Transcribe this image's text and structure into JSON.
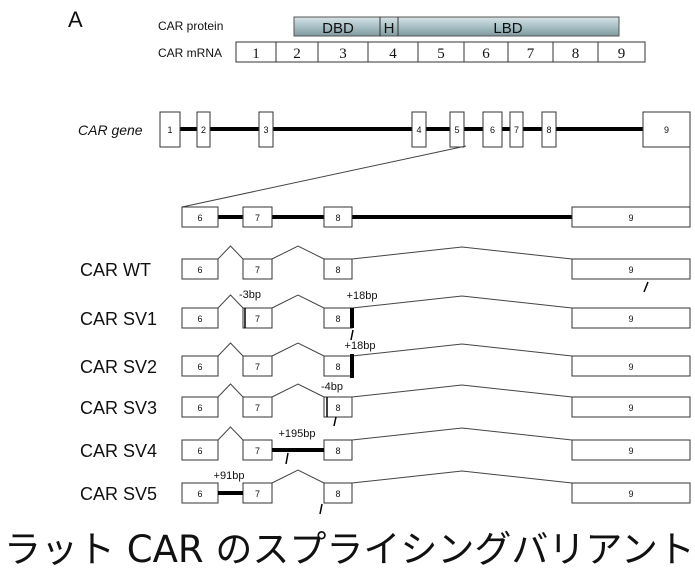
{
  "panel_label": "A",
  "protein": {
    "label": "CAR protein",
    "domains": [
      "DBD",
      "H",
      "LBD"
    ]
  },
  "mrna": {
    "label": "CAR mRNA",
    "exons": [
      "1",
      "2",
      "3",
      "4",
      "5",
      "6",
      "7",
      "8",
      "9"
    ]
  },
  "gene": {
    "label": "CAR gene",
    "exons": [
      "1",
      "2",
      "3",
      "4",
      "5",
      "6",
      "7",
      "8",
      "9"
    ]
  },
  "zoom_exons": [
    "6",
    "7",
    "8",
    "9"
  ],
  "variants": [
    {
      "name": "CAR WT",
      "exons": [
        "6",
        "7",
        "8",
        "9"
      ],
      "annotations": []
    },
    {
      "name": "CAR SV1",
      "exons": [
        "6",
        "7",
        "8",
        "9"
      ],
      "annotations": [
        "-3bp",
        "+18bp"
      ]
    },
    {
      "name": "CAR SV2",
      "exons": [
        "6",
        "7",
        "8",
        "9"
      ],
      "annotations": [
        "+18bp"
      ]
    },
    {
      "name": "CAR SV3",
      "exons": [
        "6",
        "7",
        "8",
        "9"
      ],
      "annotations": [
        "-4bp"
      ]
    },
    {
      "name": "CAR SV4",
      "exons": [
        "6",
        "7",
        "8",
        "9"
      ],
      "annotations": [
        "+195bp"
      ]
    },
    {
      "name": "CAR SV5",
      "exons": [
        "6",
        "7",
        "8",
        "9"
      ],
      "annotations": [
        "+91bp"
      ]
    }
  ],
  "caption": "ラット CAR のスプライシングバリアント",
  "colors": {
    "protein_fill": "#a9c1c6",
    "line": "#000000"
  }
}
